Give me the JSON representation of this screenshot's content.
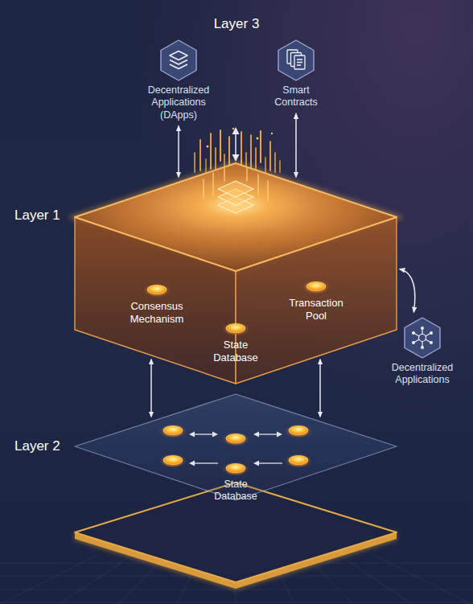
{
  "diagram": {
    "nodes": [
      {
        "text": [
          "Decentralized Applications (DApps)"
        ]
      },
      {
        "text": [
          "Smart Contracts"
        ]
      },
      {
        "text": [
          "Layer 1"
        ]
      },
      {
        "text": [
          "Consensus Mechanism"
        ],
        "in": 2
      },
      {
        "text": [
          "State Database"
        ],
        "in": 2
      },
      {
        "text": [
          "Transaction Pool"
        ],
        "in": 2
      },
      {
        "text": [
          "Decentralized Applications"
        ]
      },
      {
        "text": [
          "Layer 2"
        ]
      },
      {
        "text": [
          "State Database"
        ],
        "in": 7
      }
    ],
    "edges": [
      {
        "from": 0,
        "to": 2,
        "arrow": "both"
      },
      {
        "from": 1,
        "to": 2,
        "arrow": "both"
      },
      {
        "from": 2,
        "to": 6,
        "arrow": "both"
      },
      {
        "from": 2,
        "to": 7,
        "arrow": "both"
      },
      {
        "from": 2,
        "to": 7,
        "arrow": "both"
      }
    ],
    "labels": [
      "Layer 3"
    ]
  }
}
